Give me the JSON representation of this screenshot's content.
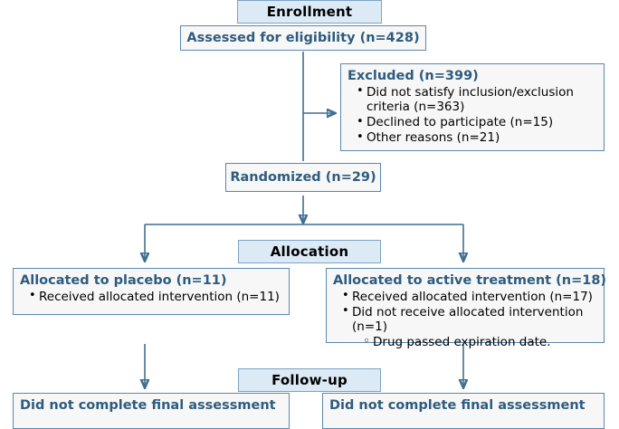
{
  "diagram": {
    "type": "consort-flow-diagram",
    "colors": {
      "stage_fill": "#dceaf6",
      "stage_border": "#7ba3c4",
      "box_fill": "#f7f7f7",
      "box_border": "#5b88ad",
      "heading_text": "#2e5c7e",
      "body_text": "#000000",
      "connector": "#3f6f92"
    },
    "stages": {
      "enrollment": "Enrollment",
      "allocation": "Allocation",
      "followup": "Follow-up"
    },
    "nodes": {
      "assessed": "Assessed for eligibility (n=428)",
      "excluded": {
        "heading": "Excluded (n=399)",
        "items": [
          "Did not satisfy inclusion/exclusion",
          "criteria (n=363)",
          "Declined to participate (n=15)",
          "Other reasons (n=21)"
        ]
      },
      "randomized": "Randomized (n=29)",
      "allocated_placebo": {
        "heading": "Allocated to placebo (n=11)",
        "items": [
          "Received allocated intervention (n=11)"
        ]
      },
      "allocated_active": {
        "heading": "Allocated to active treatment (n=18)",
        "items": [
          "Received allocated intervention (n=17)",
          "Did not receive allocated intervention (n=1)"
        ],
        "subitems": [
          "Drug passed expiration date."
        ]
      },
      "followup_left": "Did not complete final assessment",
      "followup_right": "Did not complete final assessment"
    }
  }
}
